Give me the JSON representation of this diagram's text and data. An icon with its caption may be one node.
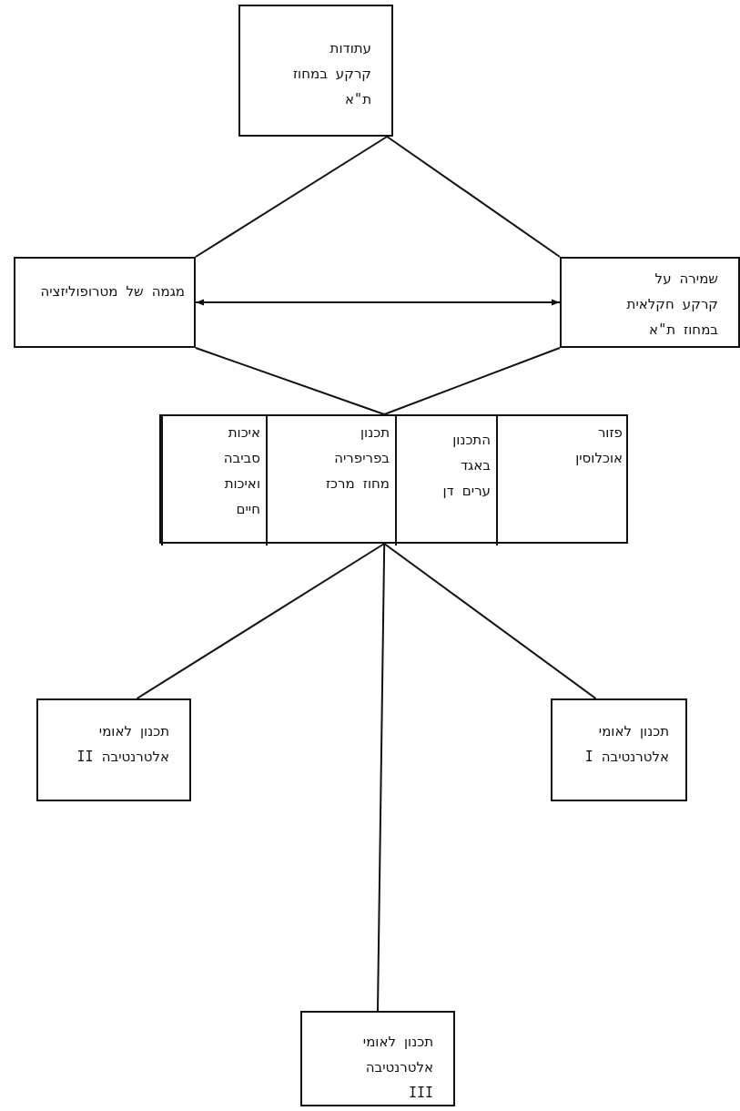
{
  "diagram": {
    "nodes": [
      {
        "text": [
          "עתודות קרקע במחוז ת\"א"
        ]
      },
      {
        "text": [
          "מגמה של מטרופוליזציה"
        ]
      },
      {
        "text": [
          "שמירה על קרקע חקלאית במחוז ת\"א"
        ]
      },
      {
        "text": [],
        "shape": "box"
      },
      {
        "text": [
          "פזור אוכלוסין"
        ],
        "in": 3
      },
      {
        "text": [
          "התכנון באגד ערים דן"
        ],
        "in": 3
      },
      {
        "text": [
          "תכנון בפריפריה מחוז מרכז"
        ],
        "in": 3
      },
      {
        "text": [
          "איכות סביבה ואיכות חיים"
        ],
        "in": 3
      },
      {
        "text": [
          "תכנון לאומי אלטרנטיבה I"
        ]
      },
      {
        "text": [
          "תכנון לאומי אלטרנטיבה III"
        ]
      },
      {
        "text": [
          "תכנון לאומי אלטרנטיבה II"
        ]
      }
    ],
    "edges": [
      {
        "from": 0,
        "to": 1,
        "arrow": "none"
      },
      {
        "from": 0,
        "to": 2,
        "arrow": "none"
      },
      {
        "from": 1,
        "to": 2,
        "arrow": "both"
      },
      {
        "from": 1,
        "to": 3,
        "arrow": "none"
      },
      {
        "from": 2,
        "to": 3,
        "arrow": "none"
      },
      {
        "from": 3,
        "to": 8,
        "arrow": "none"
      },
      {
        "from": 3,
        "to": 9,
        "arrow": "none"
      },
      {
        "from": 3,
        "to": 10,
        "arrow": "none"
      }
    ]
  }
}
